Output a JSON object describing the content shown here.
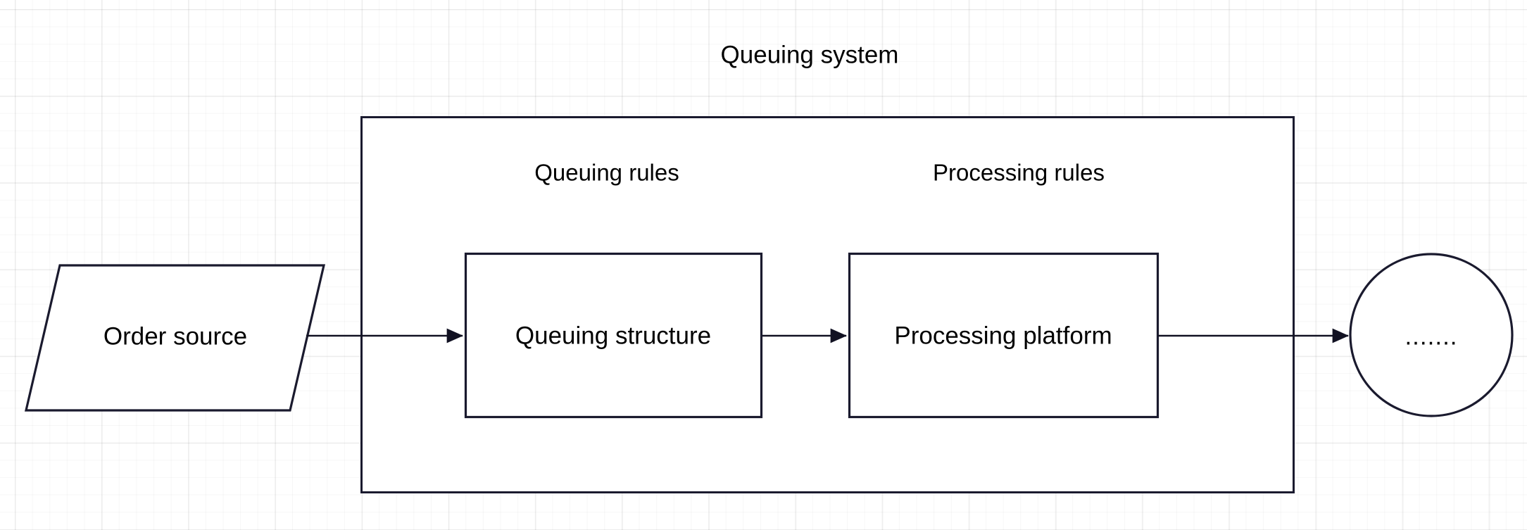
{
  "diagram": {
    "title": "Queuing system",
    "nodes": {
      "order_source": {
        "label": "Order source",
        "shape": "parallelogram"
      },
      "queuing_structure": {
        "label": "Queuing structure",
        "shape": "rectangle"
      },
      "processing_platform": {
        "label": "Processing platform",
        "shape": "rectangle"
      },
      "terminal": {
        "label": ".......",
        "shape": "circle"
      }
    },
    "group_labels": {
      "queuing_rules": "Queuing rules",
      "processing_rules": "Processing rules"
    },
    "container": {
      "label": "Queuing system",
      "shape": "rectangle"
    },
    "edges": [
      {
        "from": "order_source",
        "to": "queuing_structure",
        "style": "arrow",
        "label": ""
      },
      {
        "from": "queuing_structure",
        "to": "processing_platform",
        "style": "arrow",
        "label": ""
      },
      {
        "from": "processing_platform",
        "to": "terminal",
        "style": "arrow",
        "label": ""
      }
    ],
    "colors": {
      "stroke": "#1a1a2e",
      "fill": "#ffffff",
      "text": "#000000",
      "grid_minor": "#eeeeee",
      "grid_major": "#e0e0e0",
      "background": "#ffffff"
    }
  }
}
